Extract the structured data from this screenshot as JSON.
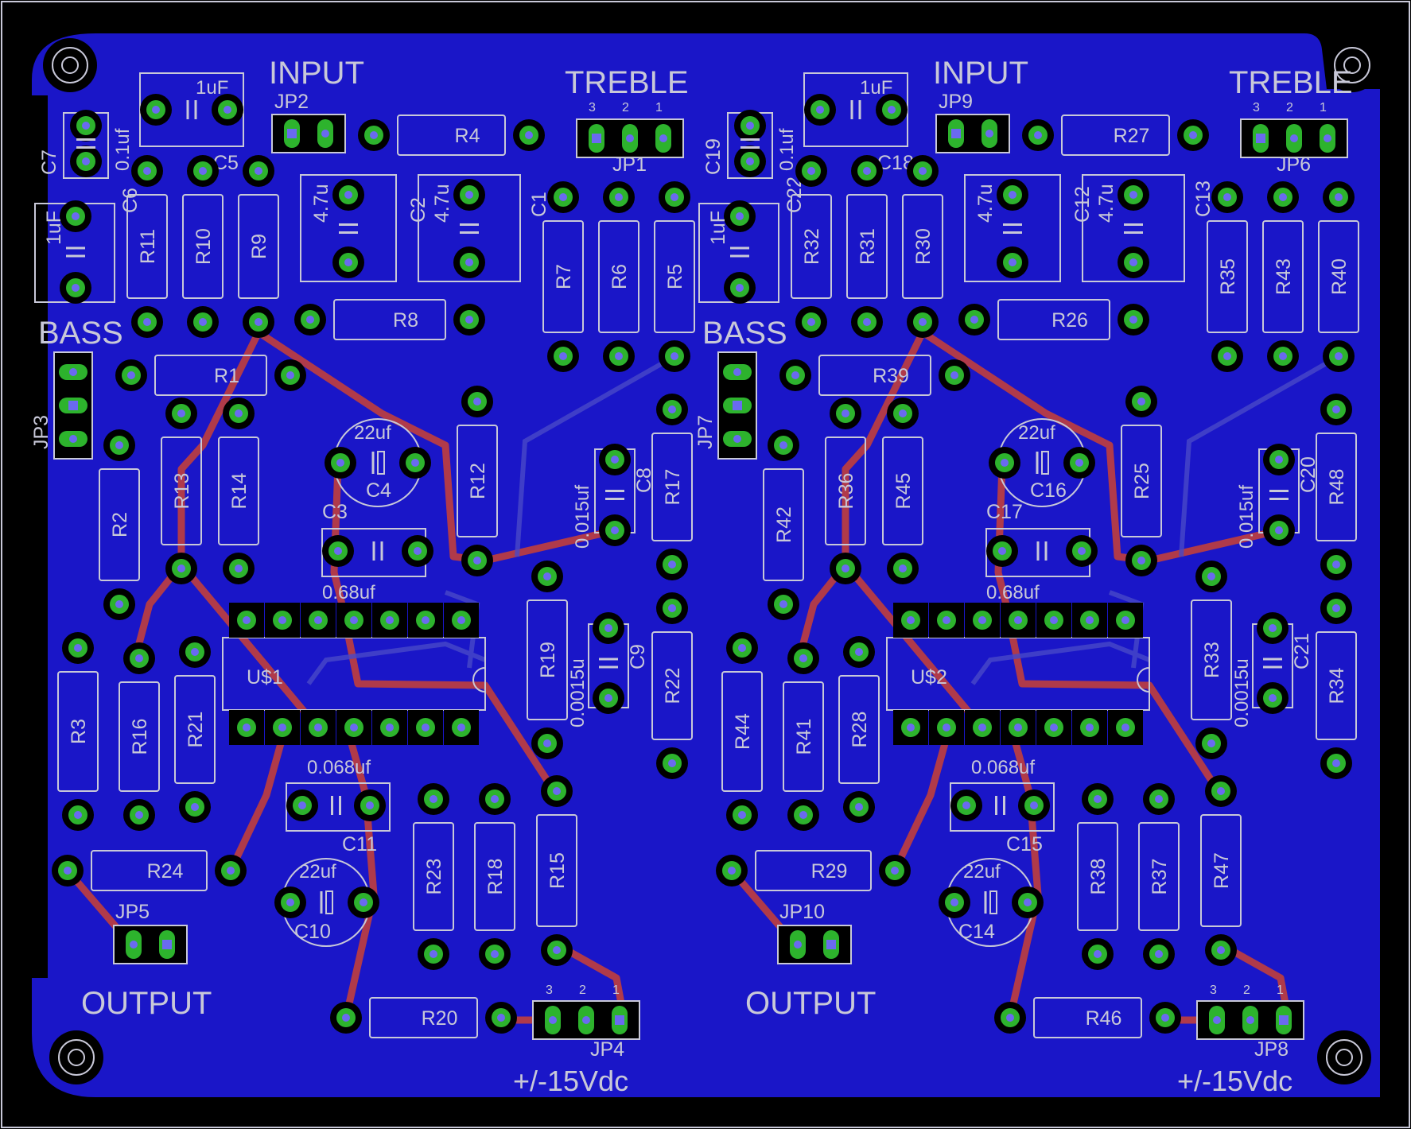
{
  "colors": {
    "background": "#000000",
    "board": "#1a16c8",
    "trace_bottom": "#b03a4a",
    "trace_top": "#5a5ad8",
    "silkscreen": "#c8c8d8",
    "pad": "#2db32d",
    "via": "#6a6af0"
  },
  "channels": [
    {
      "id": "left",
      "labels": {
        "input": "INPUT",
        "treble": "TREBLE",
        "bass": "BASS",
        "output": "OUTPUT",
        "supply": "+/-15Vdc"
      },
      "parts": {
        "cap_input": "1uF",
        "c7": "C7",
        "c7_val": "0.1uf",
        "c6": "C6",
        "c5": "C5",
        "c_bass": "1uF",
        "c1": "C1",
        "c2": "C2",
        "c2_val": "4.7u",
        "c_47": "4.7u",
        "c4": "C4",
        "c4_val": "22uf",
        "c3": "C3",
        "c3_val": "0.68uf",
        "c8": "C8",
        "c8_val": "0.015uf",
        "c9": "C9",
        "c9_val": "0.0015u",
        "c11": "C11",
        "c11_val": "0.068uf",
        "c10": "C10",
        "c10_val": "22uf",
        "ic": "U$1",
        "jp1": "JP1",
        "jp2": "JP2",
        "jp3": "JP3",
        "jp4": "JP4",
        "jp5": "JP5",
        "r1": "R1",
        "r2": "R2",
        "r3": "R3",
        "r4": "R4",
        "r5": "R5",
        "r6": "R6",
        "r7": "R7",
        "r8": "R8",
        "r9": "R9",
        "r10": "R10",
        "r11": "R11",
        "r12": "R12",
        "r13": "R13",
        "r14": "R14",
        "r15": "R15",
        "r16": "R16",
        "r17": "R17",
        "r18": "R18",
        "r19": "R19",
        "r20": "R20",
        "r21": "R21",
        "r22": "R22",
        "r23": "R23",
        "r24": "R24"
      }
    },
    {
      "id": "right",
      "labels": {
        "input": "INPUT",
        "treble": "TREBLE",
        "bass": "BASS",
        "output": "OUTPUT",
        "supply": "+/-15Vdc"
      },
      "parts": {
        "cap_input": "1uF",
        "c7": "C19",
        "c7_val": "0.1uf",
        "c6": "C22",
        "c5": "C18",
        "c_bass": "1uF",
        "c1": "C13",
        "c2": "C12",
        "c2_val": "4.7u",
        "c_47": "4.7u",
        "c4": "C16",
        "c4_val": "22uf",
        "c3": "C17",
        "c3_val": "0.68uf",
        "c8": "C20",
        "c8_val": "0.015uf",
        "c9": "C21",
        "c9_val": "0.0015u",
        "c11": "C15",
        "c11_val": "0.068uf",
        "c10": "C14",
        "c10_val": "22uf",
        "ic": "U$2",
        "jp1": "JP6",
        "jp2": "JP9",
        "jp3": "JP7",
        "jp4": "JP8",
        "jp5": "JP10",
        "r1": "R39",
        "r2": "R44",
        "r3": "R44",
        "r4": "R27",
        "r5": "R40",
        "r6": "R43",
        "r7": "R35",
        "r8": "R26",
        "r9": "R30",
        "r10": "R31",
        "r11": "R32",
        "r12": "R25",
        "r13": "R36",
        "r14": "R45",
        "r15": "R47",
        "r16": "R41",
        "r17": "R48",
        "r18": "R37",
        "r19": "R33",
        "r20": "R46",
        "r21": "R28",
        "r22": "R34",
        "r23": "R38",
        "r24": "R29",
        "r2b": "R42"
      }
    }
  ],
  "pin_numbers": {
    "one": "1",
    "two": "2",
    "three": "3"
  }
}
